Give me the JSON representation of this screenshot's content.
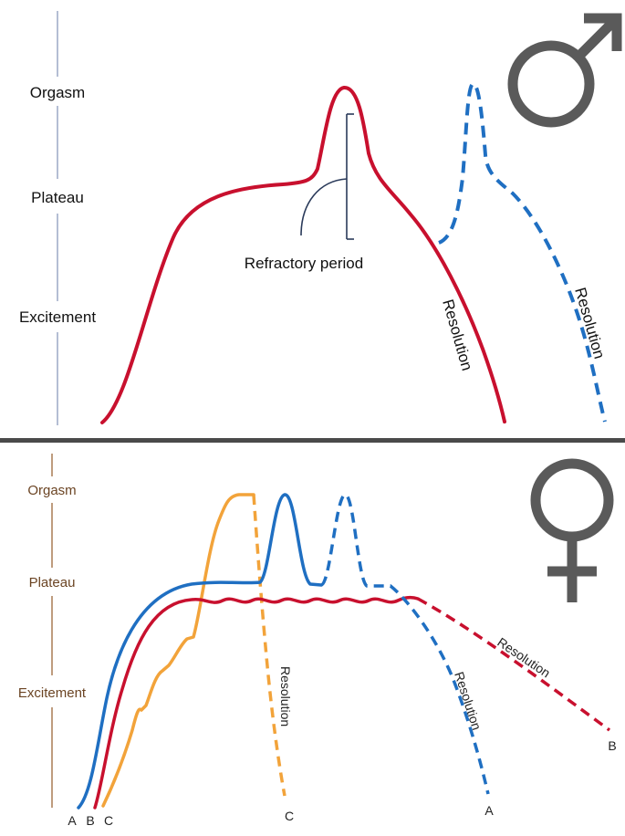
{
  "male": {
    "axis_labels": {
      "orgasm": "Orgasm",
      "plateau": "Plateau",
      "excitement": "Excitement"
    },
    "refractory_label": "Refractory period",
    "resolution_solid": "Resolution",
    "resolution_dashed": "Resolution",
    "symbol": "male-symbol",
    "colors": {
      "axis": "#9aa9c6",
      "solid": "#c8102e",
      "dashed": "#1f6fc2",
      "bracket": "#2a3a5a",
      "text": "#111111",
      "symbol": "#5a5a5a"
    }
  },
  "female": {
    "axis_labels": {
      "orgasm": "Orgasm",
      "plateau": "Plateau",
      "excitement": "Excitement"
    },
    "resolution_c": "Resolution",
    "resolution_a": "Resolution",
    "resolution_b": "Resolution",
    "start_labels": {
      "a": "A",
      "b": "B",
      "c": "C"
    },
    "end_labels": {
      "a": "A",
      "b": "B",
      "c": "C"
    },
    "symbol": "female-symbol",
    "colors": {
      "axis": "#a87a52",
      "text": "#6b4423",
      "a": "#1f6fc2",
      "b": "#c8102e",
      "c": "#f2a33a",
      "symbol": "#5a5a5a"
    }
  },
  "divider_color": "#4a4a4a"
}
